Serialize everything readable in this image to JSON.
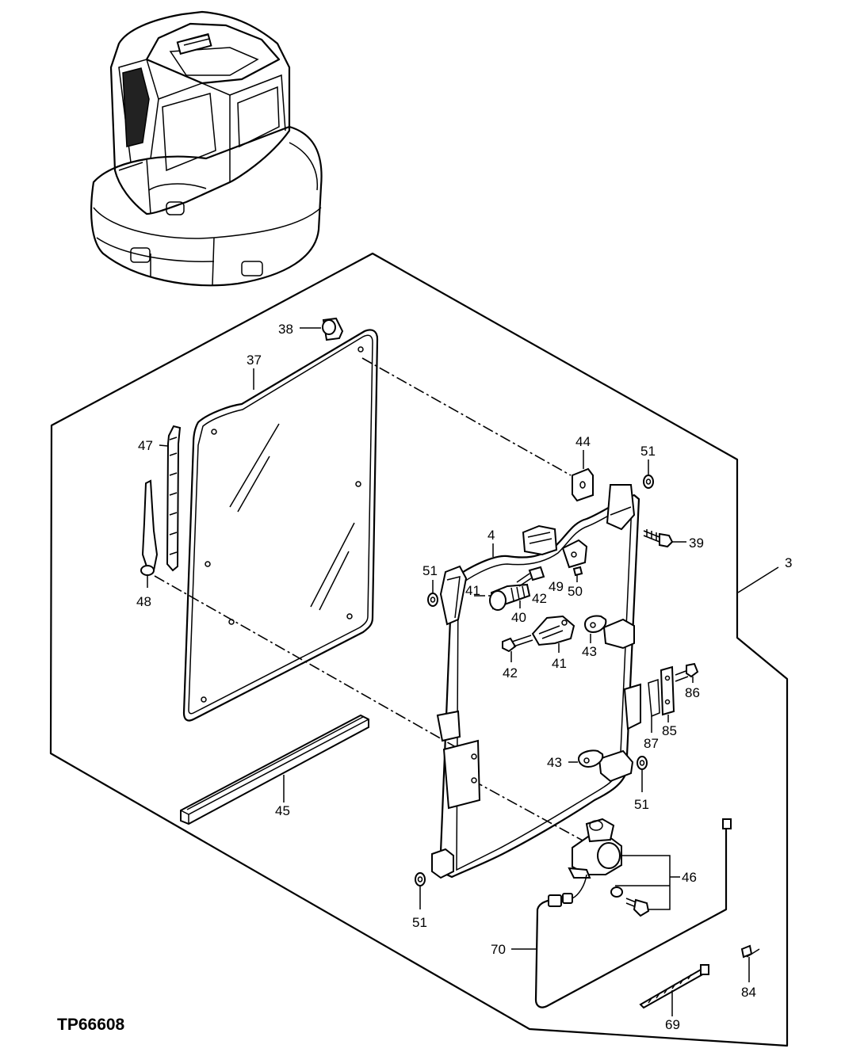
{
  "figure_id": "TP66608",
  "callouts": {
    "p3": "3",
    "p4": "4",
    "p37": "37",
    "p38": "38",
    "p39": "39",
    "p40": "40",
    "p41a": "41",
    "p41b": "41",
    "p42a": "42",
    "p42b": "42",
    "p43a": "43",
    "p43b": "43",
    "p44": "44",
    "p45": "45",
    "p46": "46",
    "p47": "47",
    "p48": "48",
    "p49": "49",
    "p50": "50",
    "p51a": "51",
    "p51b": "51",
    "p51c": "51",
    "p51d": "51",
    "p69": "69",
    "p70": "70",
    "p84": "84",
    "p85": "85",
    "p86": "86",
    "p87": "87"
  }
}
